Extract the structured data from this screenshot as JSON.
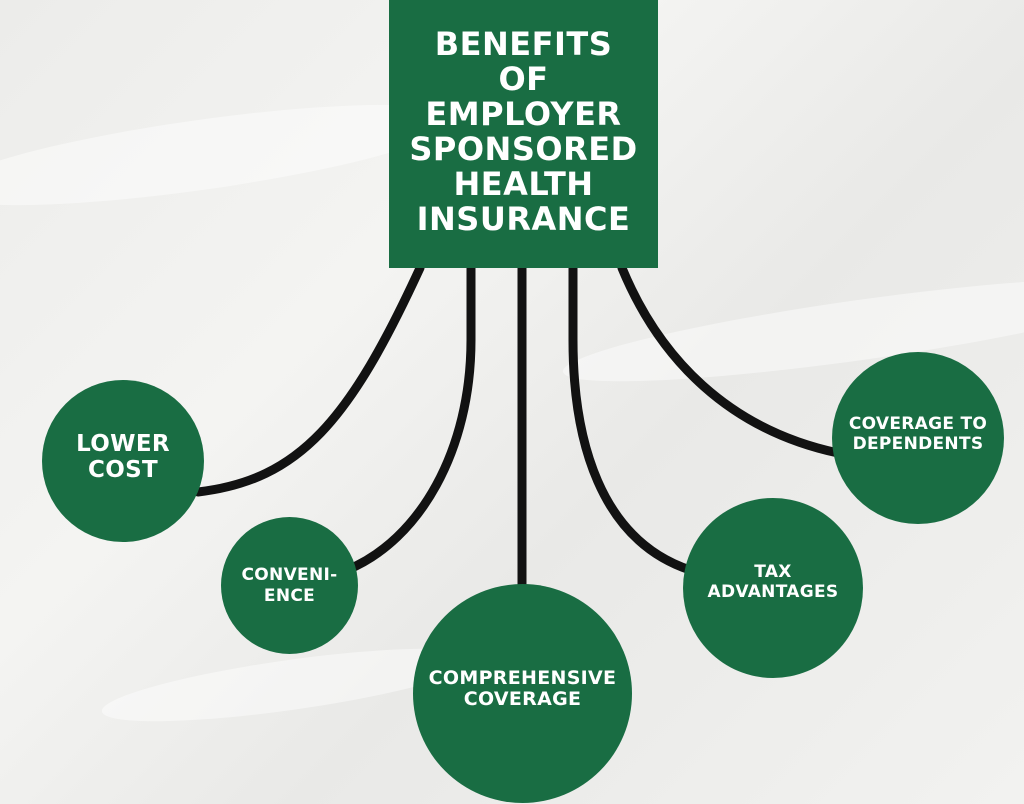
{
  "diagram": {
    "title": "BENEFITS\nOF\nEMPLOYER\nSPONSORED\nHEALTH\nINSURANCE",
    "benefits": [
      "LOWER\nCOST",
      "CONVENI-\nENCE",
      "COMPREHENSIVE\nCOVERAGE",
      "TAX\nADVANTAGES",
      "COVERAGE TO\nDEPENDENTS"
    ]
  },
  "colors": {
    "box_fill": "#196d43",
    "text": "#ffffff",
    "connector": "#121212",
    "background": "#efefed"
  }
}
